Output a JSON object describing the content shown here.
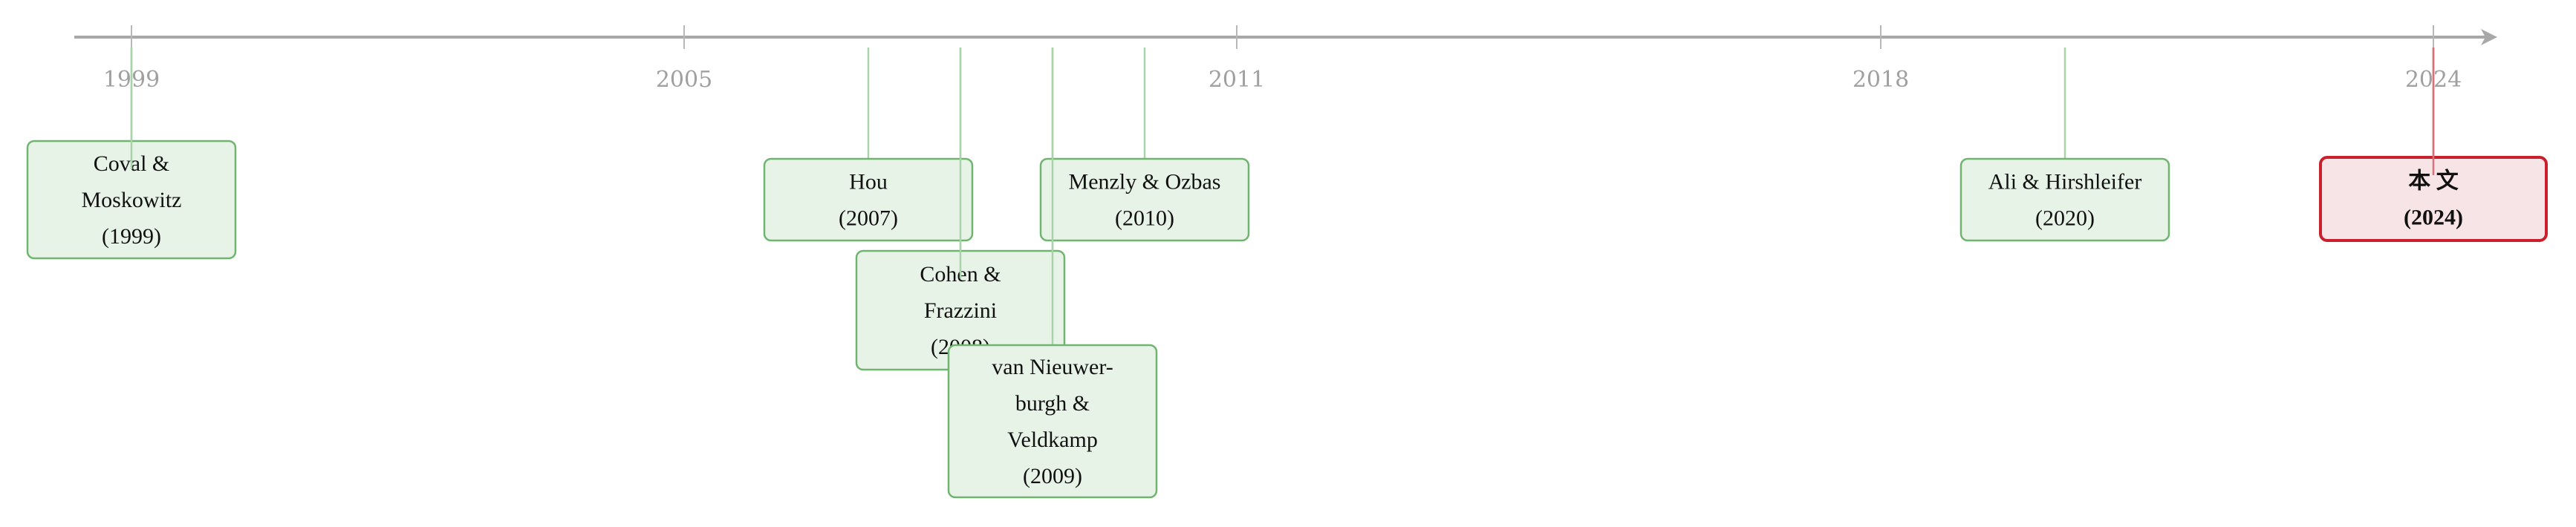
{
  "colors": {
    "axis": "#a8a8a8",
    "tick_label": "#a0a0a0",
    "related_fill": "#e8f3e8",
    "related_stroke": "#6fb46f",
    "related_connector": "#a9d3a9",
    "current_fill": "#f7e4e6",
    "current_stroke": "#c8202c",
    "current_connector": "#d9707a"
  },
  "axis": {
    "ticks": [
      "1999",
      "2005",
      "2011",
      "2018",
      "2024"
    ]
  },
  "events": [
    {
      "id": "coval-moskowitz",
      "lines": [
        "Coval &",
        "Moskowitz",
        "(1999)"
      ],
      "year": 1999,
      "kind": "related"
    },
    {
      "id": "hou",
      "lines": [
        "Hou",
        "(2007)"
      ],
      "year": 2007,
      "kind": "related"
    },
    {
      "id": "menzly-ozbas",
      "lines": [
        "Menzly & Ozbas",
        "(2010)"
      ],
      "year": 2010,
      "kind": "related"
    },
    {
      "id": "cohen-frazzini",
      "lines": [
        "Cohen &",
        "Frazzini",
        "(2008)"
      ],
      "year": 2008,
      "kind": "related"
    },
    {
      "id": "van-nieuwerburgh-veldkamp",
      "lines": [
        "van Nieuwer-",
        "burgh &",
        "Veldkamp",
        "(2009)"
      ],
      "year": 2009,
      "kind": "related"
    },
    {
      "id": "ali-hirshleifer",
      "lines": [
        "Ali & Hirshleifer",
        "(2020)"
      ],
      "year": 2020,
      "kind": "related"
    },
    {
      "id": "this-paper",
      "lines": [
        "本 文",
        "(2024)"
      ],
      "year": 2024,
      "kind": "current"
    }
  ]
}
